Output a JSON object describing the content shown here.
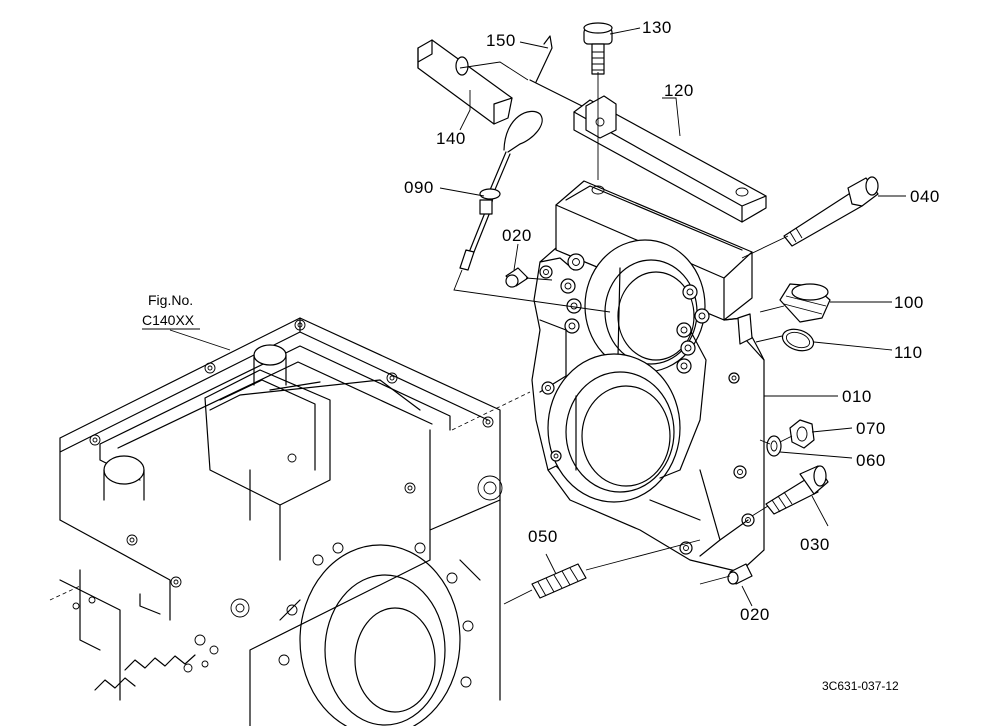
{
  "figure_ref": {
    "line1": "Fig.No.",
    "line2": "C140XX"
  },
  "drawing_code": "3C631-037-12",
  "parts": [
    {
      "id": "p150",
      "label": "150"
    },
    {
      "id": "p130",
      "label": "130"
    },
    {
      "id": "p120",
      "label": "120"
    },
    {
      "id": "p140",
      "label": "140"
    },
    {
      "id": "p090",
      "label": "090"
    },
    {
      "id": "p040",
      "label": "040"
    },
    {
      "id": "p020a",
      "label": "020"
    },
    {
      "id": "p100",
      "label": "100"
    },
    {
      "id": "p110",
      "label": "110"
    },
    {
      "id": "p010",
      "label": "010"
    },
    {
      "id": "p070",
      "label": "070"
    },
    {
      "id": "p060",
      "label": "060"
    },
    {
      "id": "p050",
      "label": "050"
    },
    {
      "id": "p030",
      "label": "030"
    },
    {
      "id": "p020b",
      "label": "020"
    }
  ]
}
